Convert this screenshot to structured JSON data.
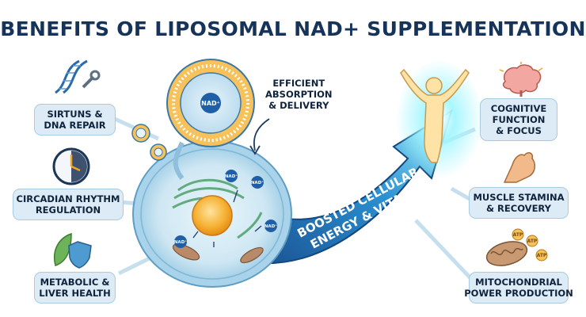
{
  "title": "BENEFITS OF LIPOSOMAL NAD+ SUPPLEMENTATION",
  "center": {
    "arrow_text": [
      "BOOSTED CELLULAR",
      "ENERGY & VITALITY"
    ],
    "absorption_label": [
      "EFFICIENT",
      "ABSORPTION",
      "& DELIVERY"
    ],
    "nad_label": "NAD⁺"
  },
  "left_benefits": [
    {
      "icon": "dna-wrench-icon",
      "lines": [
        "SIRTUNS &",
        "DNA REPAIR"
      ]
    },
    {
      "icon": "clock-icon",
      "lines": [
        "CIRCADIAN RHYTHM",
        "REGULATION"
      ]
    },
    {
      "icon": "leaf-shield-icon",
      "lines": [
        "METABOLIC &",
        "LIVER HEALTH"
      ]
    }
  ],
  "right_benefits": [
    {
      "icon": "brain-icon",
      "lines": [
        "COGNITIVE",
        "FUNCTION",
        "& FOCUS"
      ]
    },
    {
      "icon": "muscle-arm-icon",
      "lines": [
        "MUSCLE STAMINA",
        "& RECOVERY"
      ]
    },
    {
      "icon": "mitochondria-icon",
      "lines": [
        "MITOCHONDRIAL",
        "POWER PRODUCTION"
      ],
      "atp_label": "ATP"
    }
  ],
  "colors": {
    "title": "#16345a",
    "callout_bg": "#dcebf5",
    "arrow": "#1f6fb5",
    "glow": "#7df3ff",
    "nucleus": "#f5a623"
  }
}
